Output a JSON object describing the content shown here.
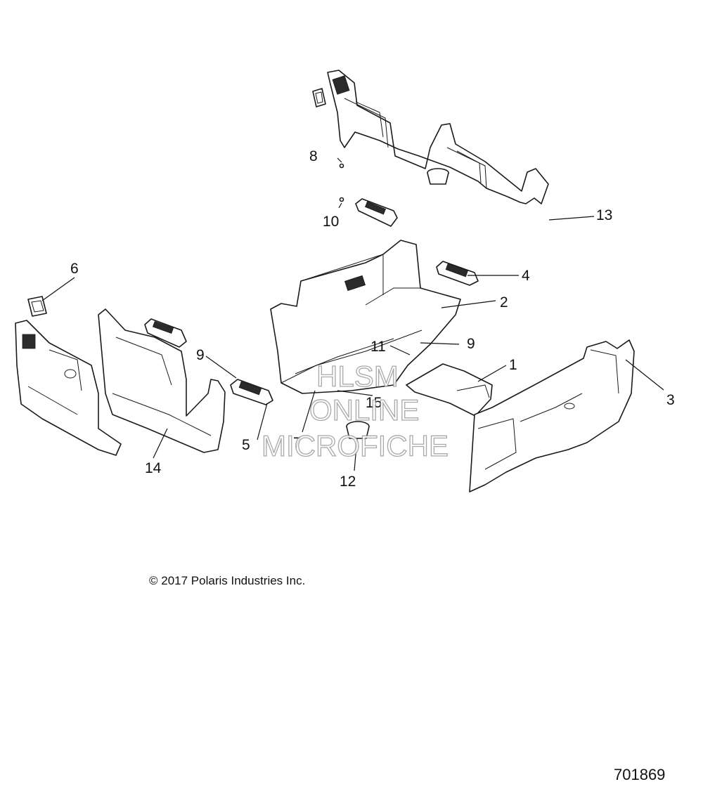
{
  "callouts": [
    {
      "id": "c1",
      "label": "1"
    },
    {
      "id": "c2",
      "label": "2"
    },
    {
      "id": "c3",
      "label": "3"
    },
    {
      "id": "c4",
      "label": "4"
    },
    {
      "id": "c5",
      "label": "5"
    },
    {
      "id": "c6",
      "label": "6"
    },
    {
      "id": "c7",
      "label": "7"
    },
    {
      "id": "c8",
      "label": "8"
    },
    {
      "id": "c9a",
      "label": "9"
    },
    {
      "id": "c9b",
      "label": "9"
    },
    {
      "id": "c10",
      "label": "10"
    },
    {
      "id": "c11",
      "label": "11"
    },
    {
      "id": "c12",
      "label": "12"
    },
    {
      "id": "c13",
      "label": "13"
    },
    {
      "id": "c14",
      "label": "14"
    },
    {
      "id": "c15",
      "label": "15"
    }
  ],
  "watermark": {
    "line1": "HLSM",
    "line2": "ONLINE",
    "line3": "MICROFICHE"
  },
  "copyright": "© 2017 Polaris Industries Inc.",
  "drawing_number": "701869"
}
